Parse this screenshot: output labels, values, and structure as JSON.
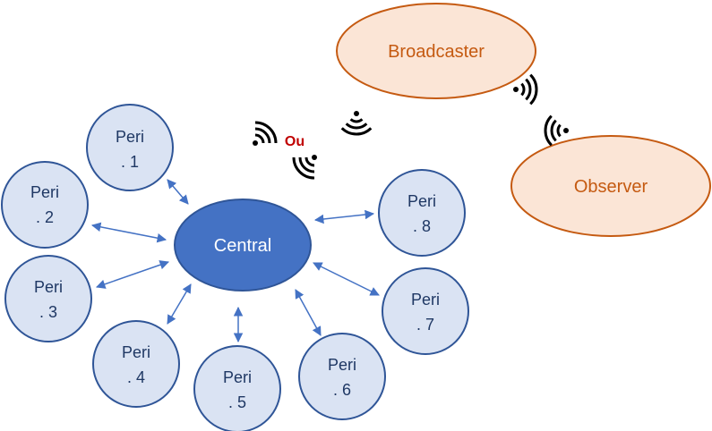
{
  "central": {
    "label": "Central"
  },
  "peripherals": [
    {
      "line1": "Peri",
      "line2": ". 1"
    },
    {
      "line1": "Peri",
      "line2": ". 2"
    },
    {
      "line1": "Peri",
      "line2": ". 3"
    },
    {
      "line1": "Peri",
      "line2": ". 4"
    },
    {
      "line1": "Peri",
      "line2": ". 5"
    },
    {
      "line1": "Peri",
      "line2": ". 6"
    },
    {
      "line1": "Peri",
      "line2": ". 7"
    },
    {
      "line1": "Peri",
      "line2": ". 8"
    }
  ],
  "broadcaster": {
    "label": "Broadcaster"
  },
  "observer": {
    "label": "Observer"
  },
  "or_label": "Ou",
  "colors": {
    "peri_fill": "#dae3f3",
    "peri_stroke": "#2f5597",
    "central_fill": "#4472c4",
    "orange_fill": "#fbe5d6",
    "orange_stroke": "#c55a11",
    "arrow": "#4472c4",
    "or_text": "#c00000"
  },
  "icons": [
    "wifi-signal-icon",
    "wifi-signal-icon",
    "wifi-signal-icon",
    "wifi-signal-icon",
    "wifi-signal-icon"
  ]
}
